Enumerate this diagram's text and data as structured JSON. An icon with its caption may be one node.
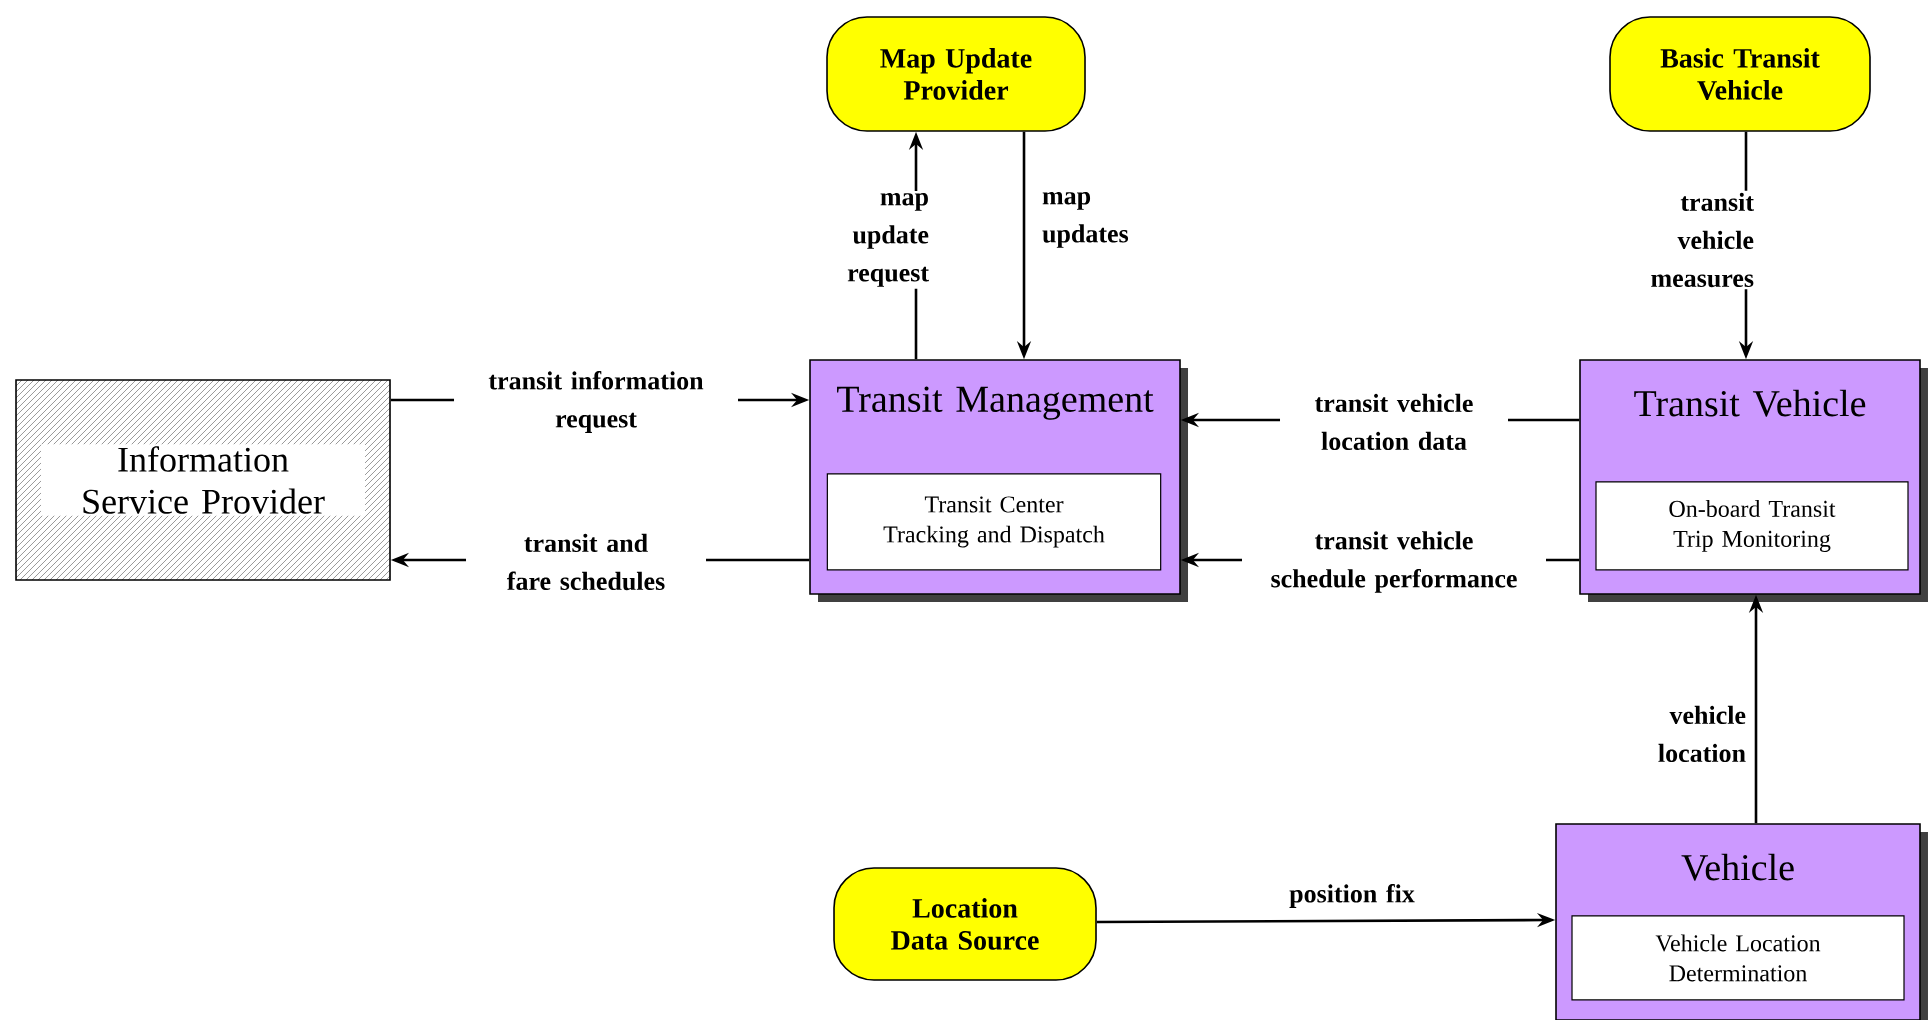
{
  "diagram": {
    "nodes": [
      {
        "text": [
          "Map Update Provider"
        ]
      },
      {
        "text": [
          "Basic Transit Vehicle"
        ]
      },
      {
        "text": [
          "Information Service Provider"
        ]
      },
      {
        "text": [
          "Transit Management"
        ]
      },
      {
        "text": [
          "Transit Center Tracking and Dispatch"
        ],
        "in": 3
      },
      {
        "text": [
          "Transit Vehicle"
        ]
      },
      {
        "text": [
          "On-board Transit Trip Monitoring"
        ],
        "in": 5
      },
      {
        "text": [
          "Location Data Source"
        ]
      },
      {
        "text": [
          "Vehicle"
        ]
      },
      {
        "text": [
          "Vehicle Location Determination"
        ],
        "in": 8
      }
    ],
    "edges": [
      {
        "from": 3,
        "to": 0,
        "arrow": "to",
        "label": "map update request"
      },
      {
        "from": 0,
        "to": 3,
        "arrow": "to",
        "label": "map updates"
      },
      {
        "from": 1,
        "to": 5,
        "arrow": "to",
        "label": "transit vehicle measures"
      },
      {
        "from": 2,
        "to": 3,
        "arrow": "to",
        "label": "transit information request"
      },
      {
        "from": 3,
        "to": 2,
        "arrow": "to",
        "label": "transit and fare schedules"
      },
      {
        "from": 5,
        "to": 3,
        "arrow": "to",
        "label": "transit vehicle location data"
      },
      {
        "from": 5,
        "to": 3,
        "arrow": "to",
        "label": "transit vehicle schedule performance"
      },
      {
        "from": 8,
        "to": 5,
        "arrow": "to",
        "label": "vehicle location"
      },
      {
        "from": 7,
        "to": 8,
        "arrow": "to",
        "label": "position fix"
      }
    ]
  }
}
